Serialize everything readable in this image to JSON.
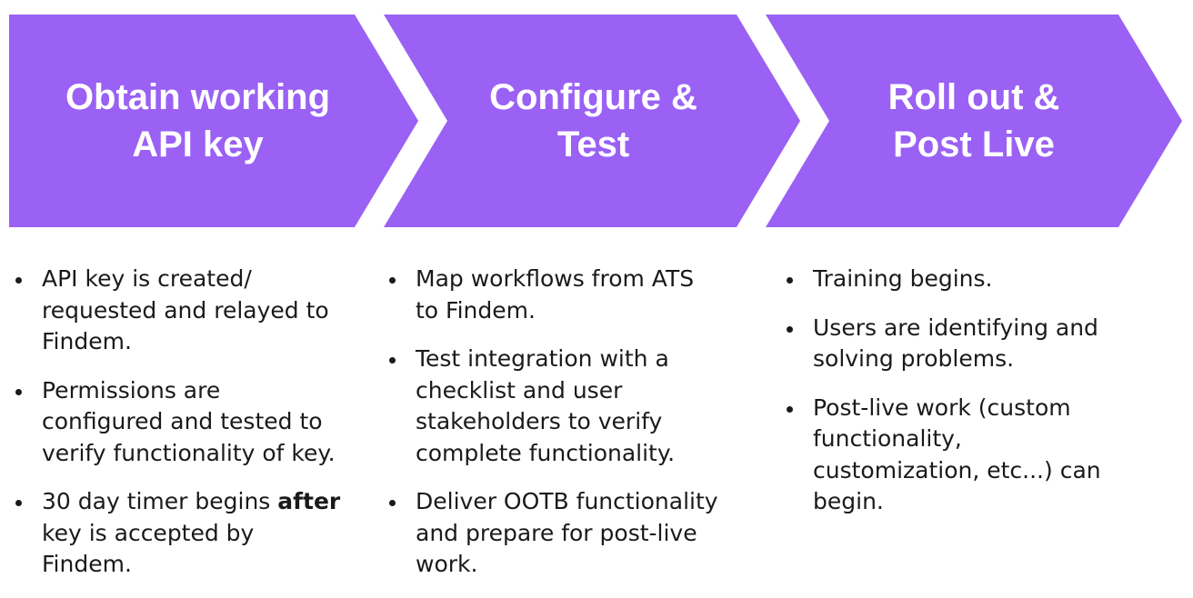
{
  "colors": {
    "arrow_fill": "#9a61f4",
    "title_text": "#ffffff",
    "body_text": "#1a1a1a"
  },
  "stages": [
    {
      "title_lines": [
        "Obtain working",
        "API key"
      ],
      "bullets": [
        {
          "lines": [
            "API key is created/",
            "requested and relayed to",
            "Findem."
          ]
        },
        {
          "lines": [
            "Permissions are",
            "configured and tested to",
            "verify functionality of key."
          ]
        },
        {
          "line1_pre": "30 day timer begins ",
          "line1_bold": "after",
          "lines_rest": [
            "key is accepted by",
            "Findem."
          ]
        }
      ]
    },
    {
      "title_lines": [
        "Configure &",
        "Test"
      ],
      "bullets": [
        {
          "lines": [
            "Map workflows from ATS",
            "to Findem."
          ]
        },
        {
          "lines": [
            "Test integration with a",
            "checklist and user",
            "stakeholders to verify",
            "complete functionality."
          ]
        },
        {
          "lines": [
            "Deliver OOTB functionality",
            "and prepare for post-live",
            "work."
          ]
        }
      ]
    },
    {
      "title_lines": [
        "Roll out &",
        "Post Live"
      ],
      "bullets": [
        {
          "lines": [
            "Training begins."
          ]
        },
        {
          "lines": [
            "Users are identifying and",
            "solving problems."
          ]
        },
        {
          "lines": [
            "Post-live work (custom",
            "functionality,",
            "customization, etc...) can",
            "begin."
          ]
        }
      ]
    }
  ]
}
